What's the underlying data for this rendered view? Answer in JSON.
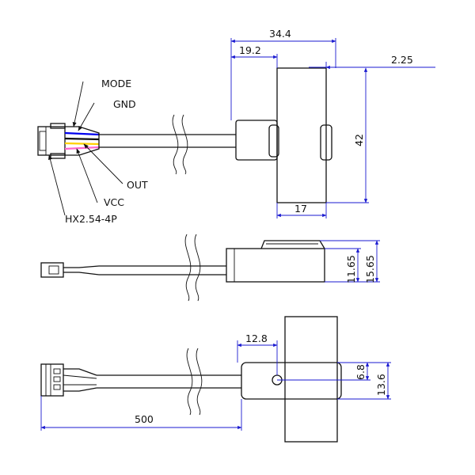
{
  "labels": {
    "mode": "MODE",
    "gnd": "GND",
    "out": "OUT",
    "vcc": "VCC",
    "connector": "HX2.54-4P"
  },
  "dimensions": {
    "total_width": "34.4",
    "offset_left": "19.2",
    "flange": "2.25",
    "height": "42",
    "ring_width": "17",
    "side_height_inner": "11.65",
    "side_height_outer": "15.65",
    "hole_offset": "12.8",
    "hole_height": "6.8",
    "body_height": "13.6",
    "cable_length": "500"
  },
  "colors": {
    "line": "#111111",
    "dimension_line": "#1a1ad0",
    "wire_mode": "#0000ee",
    "wire_gnd": "#111111",
    "wire_out": "#ffd000",
    "wire_vcc": "#ff66cc"
  }
}
